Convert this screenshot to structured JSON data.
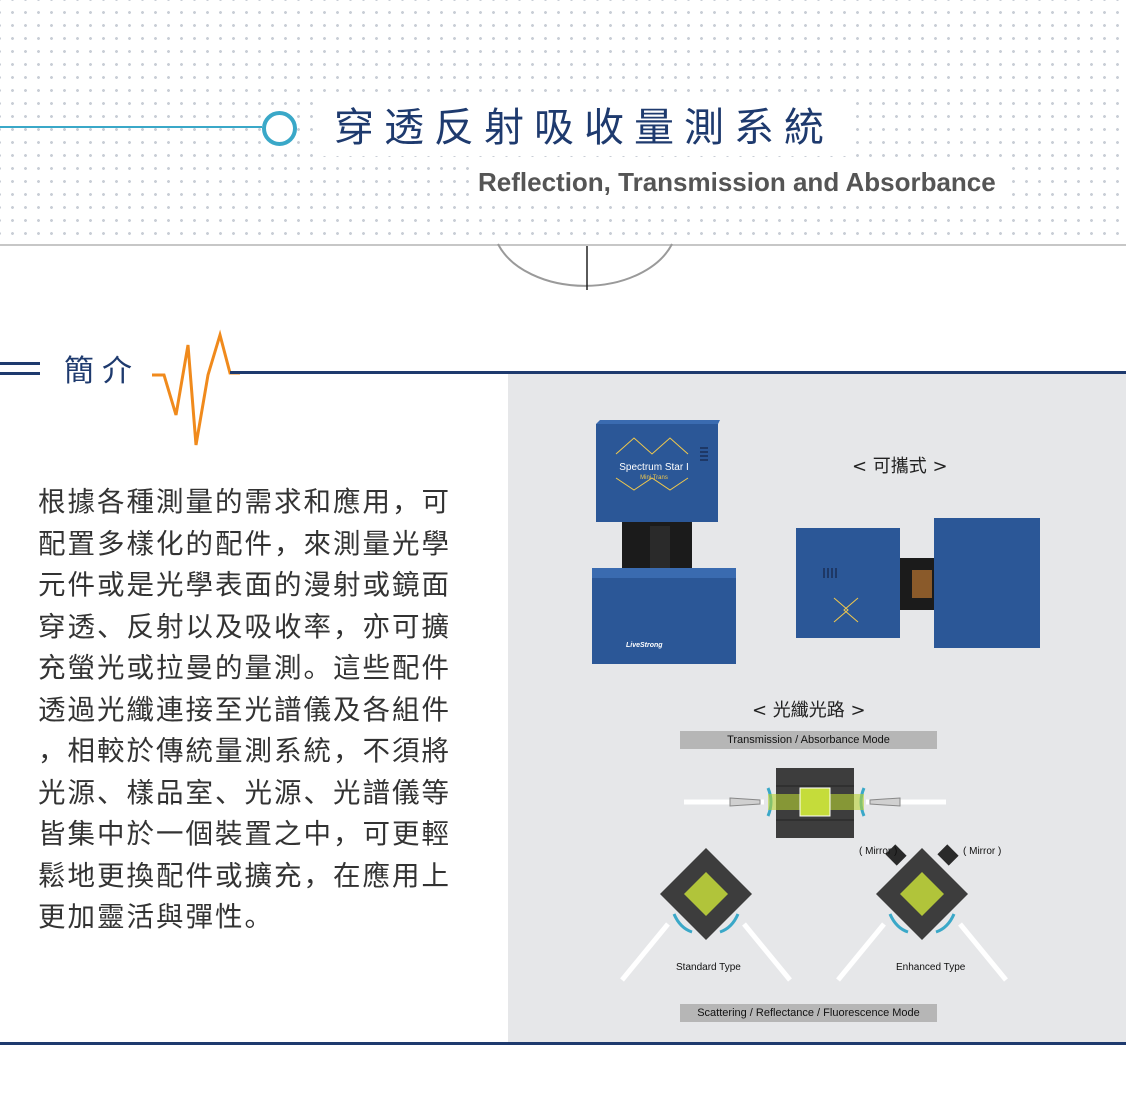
{
  "header": {
    "title_cn": "穿透反射吸收量測系統",
    "title_en": "Reflection, Transmission and Absorbance"
  },
  "section": {
    "title": "簡介"
  },
  "intro": {
    "lines": [
      "根據各種測量的需求和應用，可",
      "配置多樣化的配件，來測量光學",
      "元件或是光學表面的漫射或鏡面",
      "穿透、反射以及吸收率，亦可擴",
      "充螢光或拉曼的量測。這些配件",
      "透過光纖連接至光譜儀及各組件",
      "，相較於傳統量測系統，不須將",
      "光源、樣品室、光源、光譜儀等",
      "皆集中於一個裝置之中，可更輕",
      "鬆地更換配件或擴充，在應用上",
      "更加靈活與彈性。"
    ]
  },
  "figure": {
    "portable_label": "< 可攜式 >",
    "fiber_label": "< 光纖光路 >",
    "device_brand": "Spectrum Star I",
    "device_sub": "Mini Trans",
    "device_maker": "LiveStrong",
    "transmission_mode": "Transmission / Absorbance Mode",
    "mirror_1": "( Mirror )",
    "mirror_2": "( Mirror )",
    "standard_type": "Standard Type",
    "enhanced_type": "Enhanced Type",
    "scattering_mode": "Scattering / Reflectance / Fluorescence Mode"
  },
  "colors": {
    "navy": "#1e3a6e",
    "teal": "#3aa8c8",
    "orange": "#f08a1c",
    "device_blue": "#2b5797",
    "panel_bg": "#e6e7e9"
  }
}
